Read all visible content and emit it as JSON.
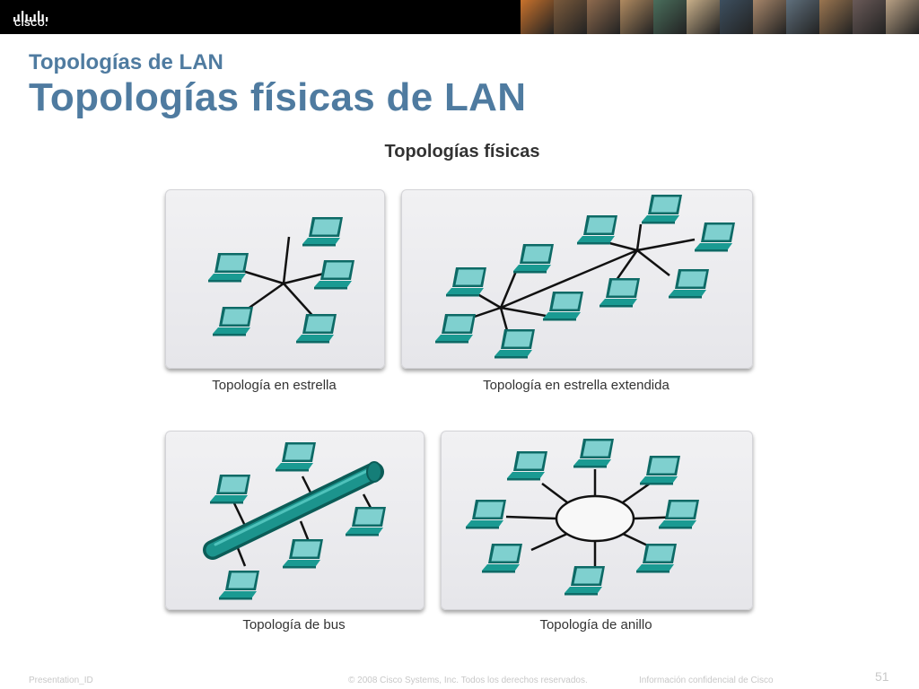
{
  "header": {
    "logo_text": "CISCO.",
    "photo_colors": [
      "#c9722c",
      "#7a5a3c",
      "#8f6b4e",
      "#b08a60",
      "#4a6e5c",
      "#c9b08a",
      "#3d4f5f",
      "#a7866a",
      "#5f6f7c",
      "#9a7550",
      "#6a5a58",
      "#b8a084"
    ]
  },
  "slide": {
    "subtitle": "Topologías de LAN",
    "title": "Topologías físicas de LAN",
    "figure_title": "Topologías físicas"
  },
  "panels": {
    "star": "Topología en estrella",
    "extended": "Topología en estrella extendida",
    "bus": "Topología de bus",
    "ring": "Topología de anillo"
  },
  "footer": {
    "presentation_id": "Presentation_ID",
    "copyright": "© 2008 Cisco Systems, Inc. Todos los derechos reservados.",
    "confidential": "Información confidencial de Cisco",
    "page": "51"
  },
  "colors": {
    "accent": "#4f7ba0",
    "laptop": "#1a9a92",
    "laptop_dark": "#0d6a66",
    "screen": "#7fd0cf"
  }
}
